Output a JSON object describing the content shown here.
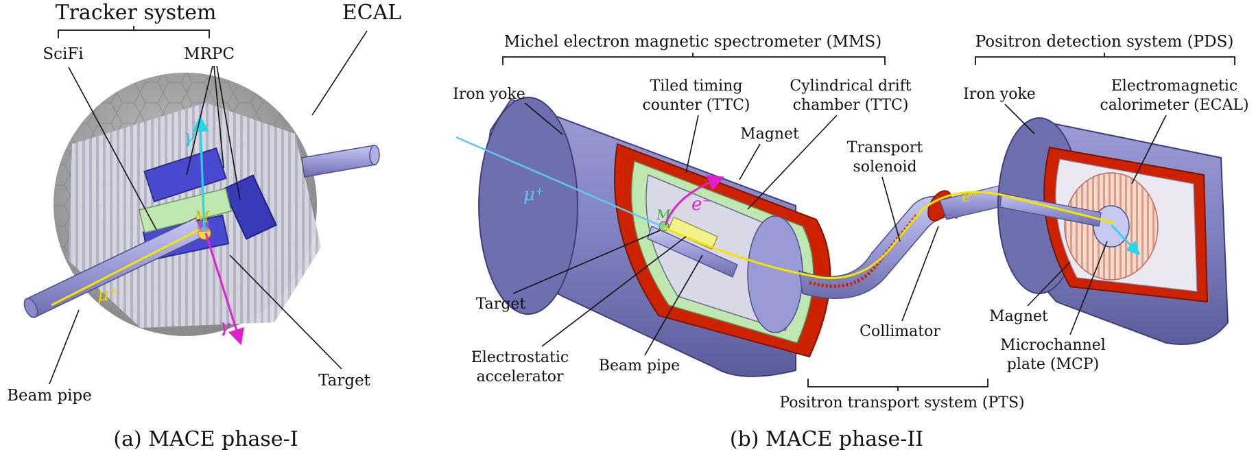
{
  "panel_a": {
    "caption": "(a) MACE phase-I",
    "labels": {
      "tracker_system": "Tracker system",
      "ecal": "ECAL",
      "scifi": "SciFi",
      "mrpc": "MRPC",
      "beam_pipe": "Beam pipe",
      "target": "Target"
    },
    "symbols": {
      "gamma_top": "γ",
      "gamma_bottom": "γ",
      "muon": "μ⁺",
      "muonium": "M"
    }
  },
  "panel_b": {
    "caption": "(b) MACE phase-II",
    "labels": {
      "mms": "Michel electron magnetic spectrometer (MMS)",
      "pds": "Positron detection system (PDS)",
      "iron_yoke_left": "Iron yoke",
      "ttc_line1": "Tiled timing",
      "ttc_line2": "counter (TTC)",
      "cdc_line1": "Cylindrical drift",
      "cdc_line2": "chamber (TTC)",
      "magnet_left": "Magnet",
      "transport_line1": "Transport",
      "transport_line2": "solenoid",
      "iron_yoke_right": "Iron yoke",
      "ecal_line1": "Electromagnetic",
      "ecal_line2": "calorimeter (ECAL)",
      "target": "Target",
      "electrostatic_line1": "Electrostatic",
      "electrostatic_line2": "accelerator",
      "beam_pipe": "Beam pipe",
      "collimator": "Collimator",
      "magnet_right": "Magnet",
      "mcp_line1": "Microchannel",
      "mcp_line2": "plate (MCP)",
      "pts": "Positron transport system (PTS)"
    },
    "symbols": {
      "muon": "μ⁺",
      "electron": "e⁻",
      "positron": "e⁺",
      "muonium": "M"
    }
  },
  "colors": {
    "ecal_gray": "#a6a6a6",
    "yoke_purple": "#8e8fc9",
    "magnet_red": "#cc2200",
    "beam_cyan": "#5cc8ee",
    "track_yellow": "#f2e600",
    "gamma_magenta": "#e020d0",
    "tracker_blue": "#4a4ad0",
    "scifi_green": "#bfe8b0",
    "mcp_pink": "#f0c0b0"
  }
}
